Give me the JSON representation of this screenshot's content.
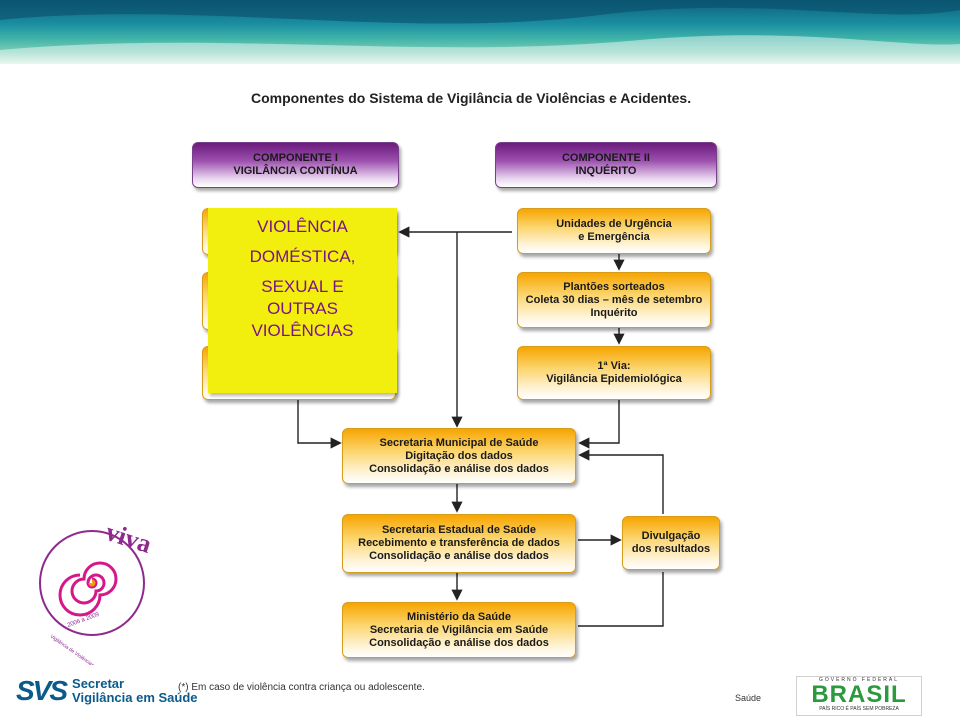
{
  "title": "Componentes do Sistema de Vigilância de Violências e Acidentes.",
  "component_1": {
    "line1": "COMPONENTE I",
    "line2": "VIGILÂNCIA CONTÍNUA"
  },
  "component_2": {
    "line1": "COMPONENTE II",
    "line2": "INQUÉRITO"
  },
  "overlay": {
    "lines": [
      "VIOLÊNCIA",
      "DOMÉSTICA,",
      "SEXUAL E",
      "OUTRAS",
      "VIOLÊNCIAS"
    ]
  },
  "right_boxes": [
    {
      "lines": [
        "Unidades de Urgência",
        "e Emergência"
      ]
    },
    {
      "lines": [
        "Plantões sorteados",
        "Coleta 30 dias – mês de setembro",
        "Inquérito"
      ]
    },
    {
      "lines": [
        "1ª Via:",
        "Vigilância Epidemiológica"
      ]
    }
  ],
  "municipal": {
    "lines": [
      "Secretaria Municipal de Saúde",
      "Digitação dos dados",
      "Consolidação e análise dos dados"
    ]
  },
  "estadual": {
    "lines": [
      "Secretaria Estadual de Saúde",
      "Recebimento e transferência de dados",
      "Consolidação e análise dos dados"
    ]
  },
  "ministerio": {
    "lines": [
      "Ministério da Saúde",
      "Secretaria de Vigilância em Saúde",
      "Consolidação e análise dos dados"
    ]
  },
  "divulgacao": {
    "lines": [
      "Divulgação",
      "dos resultados"
    ]
  },
  "footnote": "(*) Em caso de violência contra criança ou adolescente.",
  "svs": {
    "logo": "SVS",
    "line1": "Secretar",
    "line2": "Vigilância em Saúde"
  },
  "saude_label": "Saúde",
  "brasil": {
    "top": "GOVERNO FEDERAL",
    "word": "BRASIL",
    "bottom": "PAÍS RICO É PAÍS SEM POBREZA"
  },
  "viva": {
    "word": "viva",
    "year": "2006 a 2009",
    "ring_text": "Vigilância de Violências e Acidentes"
  },
  "colors": {
    "purple": "#7a1486",
    "orange": "#f7a500",
    "yellow_overlay": "#f2ef0f",
    "banner": "#1b8fa2"
  }
}
